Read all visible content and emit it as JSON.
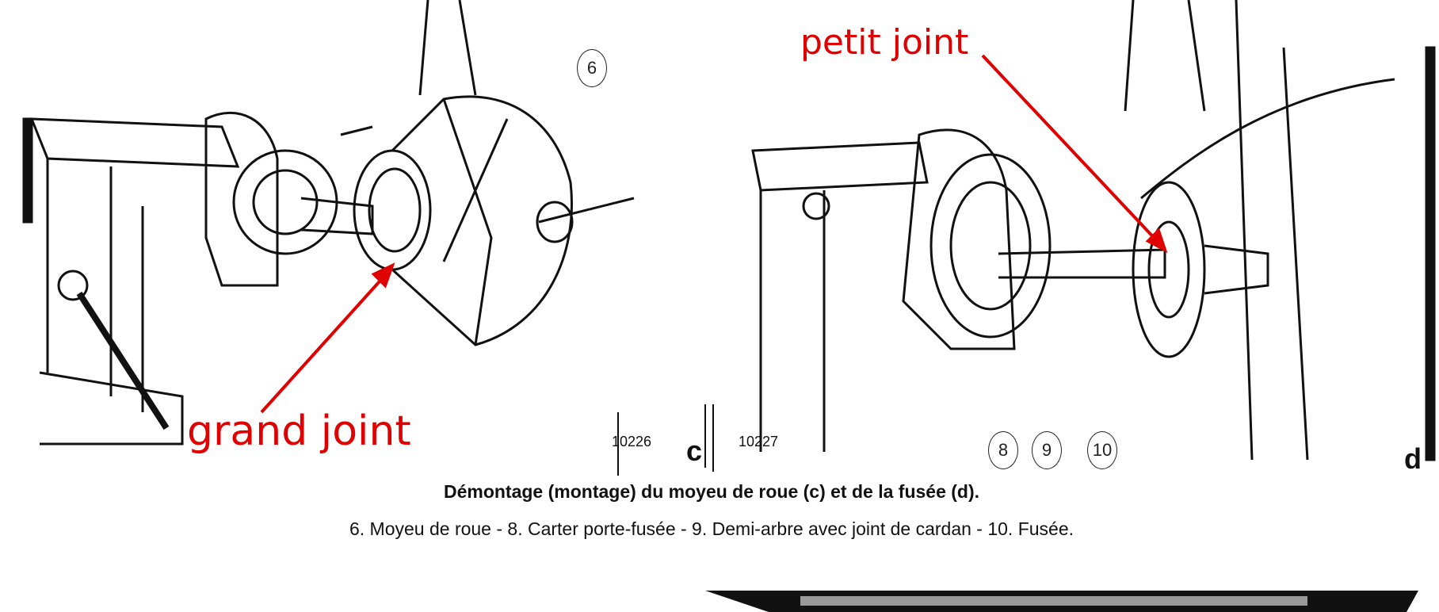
{
  "annotations": {
    "grand_joint": "grand joint",
    "petit_joint": "petit joint",
    "color": "#e00000"
  },
  "figures": {
    "left": {
      "number": "10226",
      "letter": "c",
      "callouts": [
        "6"
      ]
    },
    "right": {
      "number": "10227",
      "letter": "d",
      "callouts": [
        "8",
        "9",
        "10"
      ]
    }
  },
  "caption": {
    "title": "Démontage (montage) du moyeu de roue (c) et de la fusée (d).",
    "legend": "6. Moyeu de roue - 8. Carter porte-fusée - 9. Demi-arbre avec joint de cardan - 10. Fusée."
  }
}
